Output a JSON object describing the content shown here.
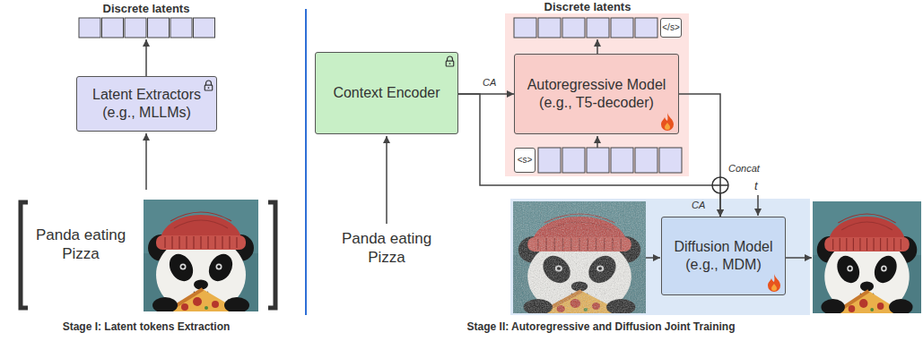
{
  "diagram": {
    "nodes": [
      {
        "text": [
          "Latent Extractors (e.g., MLLMs)"
        ]
      },
      {
        "text": [
          "</s>"
        ]
      },
      {
        "text": [
          "Context Encoder"
        ]
      },
      {
        "text": [
          "Autoregressive Model (e.g., T5-decoder)"
        ]
      },
      {
        "text": [
          "<s>"
        ]
      },
      {
        "text": [
          "Diffusion Model (e.g., MDM)"
        ]
      }
    ],
    "edges": [
      {
        "from": 2,
        "to": 3,
        "arrow": "to",
        "label": "CA"
      },
      {
        "from": 2,
        "to": 5,
        "arrow": "to"
      },
      {
        "from": 3,
        "to": 5,
        "arrow": "to"
      }
    ],
    "labels": [
      "Discrete latents",
      "Panda eating Pizza",
      "Stage I: Latent tokens Extraction",
      "Discrete latents",
      "Panda eating Pizza",
      "Concat",
      "t",
      "CA",
      "Stage II: Autoregressive and Diffusion Joint Training"
    ]
  }
}
